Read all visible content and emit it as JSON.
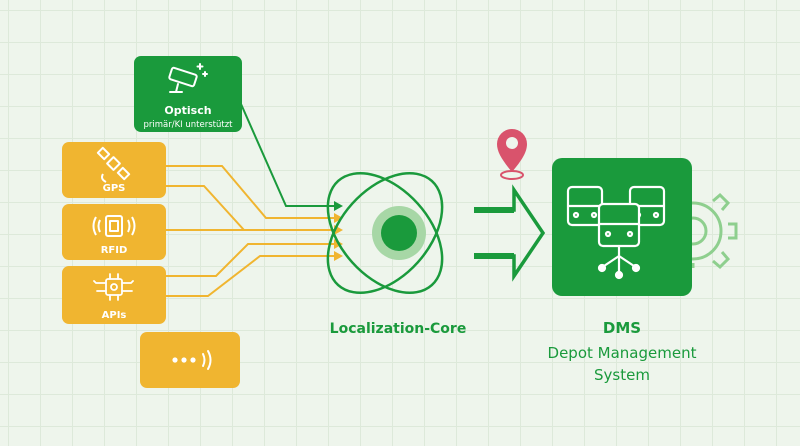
{
  "sources": {
    "optical": {
      "label": "Optisch",
      "sublabel": "primär/KI unterstützt"
    },
    "gps": {
      "label": "GPS"
    },
    "rfid": {
      "label": "RFID"
    },
    "apis": {
      "label": "APIs"
    }
  },
  "core": {
    "label": "Localization-Core"
  },
  "dms": {
    "title": "DMS",
    "subtitle_line1": "Depot Management",
    "subtitle_line2": "System"
  },
  "colors": {
    "green": "#1a9a3c",
    "light_green": "#8ecf8e",
    "amber": "#f0b530",
    "pin_red": "#d9536c",
    "background": "#eef5ec"
  },
  "icons": {
    "optical": "security-camera-icon",
    "gps": "satellite-icon",
    "rfid": "rfid-chip-icon",
    "apis": "circuit-chip-icon",
    "more": "more-signal-icon",
    "core": "atom-icon",
    "dms": "buses-network-icon",
    "gear": "gear-icon",
    "pin": "location-pin-icon"
  }
}
